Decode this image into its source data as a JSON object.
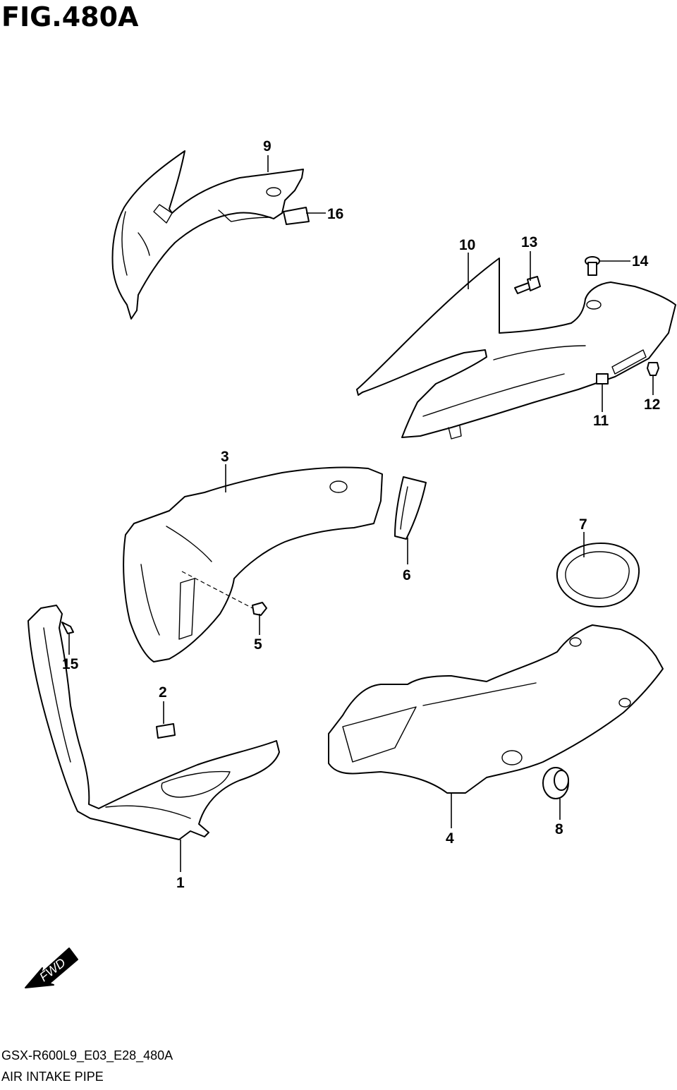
{
  "figure": {
    "title": "FIG.480A",
    "code": "GSX-R600L9_E03_E28_480A",
    "name": "AIR INTAKE PIPE"
  },
  "fwd_label": "FWD",
  "callouts": [
    "1",
    "2",
    "3",
    "4",
    "5",
    "6",
    "7",
    "8",
    "9",
    "10",
    "11",
    "12",
    "13",
    "14",
    "15",
    "16"
  ]
}
